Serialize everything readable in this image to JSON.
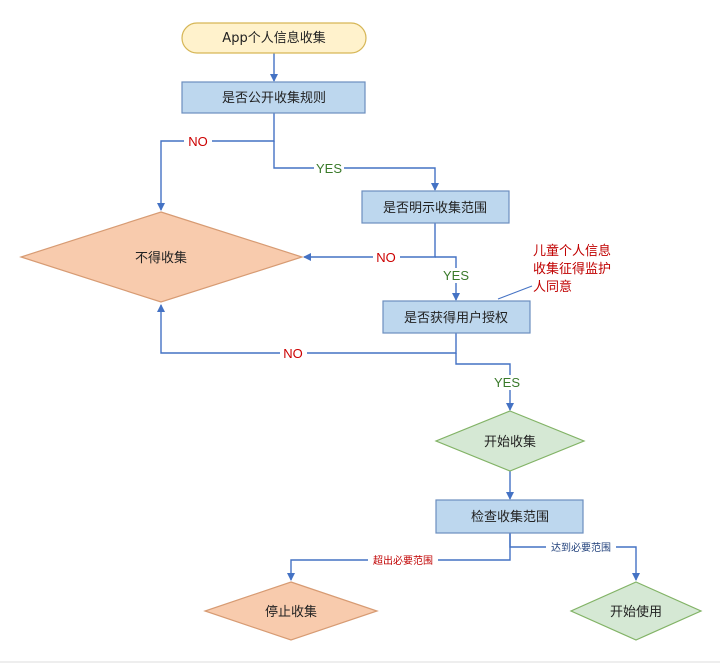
{
  "nodes": {
    "start": "App个人信息收集",
    "q_public_rules": "是否公开收集规则",
    "q_scope": "是否明示收集范围",
    "no_collect": "不得收集",
    "q_auth": "是否获得用户授权",
    "start_collect": "开始收集",
    "check_scope": "检查收集范围",
    "stop_collect": "停止收集",
    "start_use": "开始使用"
  },
  "edge_labels": {
    "no1": "NO",
    "yes1": "YES",
    "no2": "NO",
    "yes2": "YES",
    "no3": "NO",
    "yes3": "YES",
    "exceed": "超出必要范围",
    "reach": "达到必要范围"
  },
  "annotation": {
    "line1": "儿童个人信息",
    "line2": "收集征得监护",
    "line3": "人同意"
  },
  "colors": {
    "start_fill": "#fff2cc",
    "start_stroke": "#d6b656",
    "process_fill": "#bdd7ee",
    "process_stroke": "#6c8ebf",
    "orange_fill": "#f8cbad",
    "orange_stroke": "#d79b73",
    "green_fill": "#d5e8d4",
    "green_stroke": "#82b366",
    "edge": "#4472c4"
  }
}
